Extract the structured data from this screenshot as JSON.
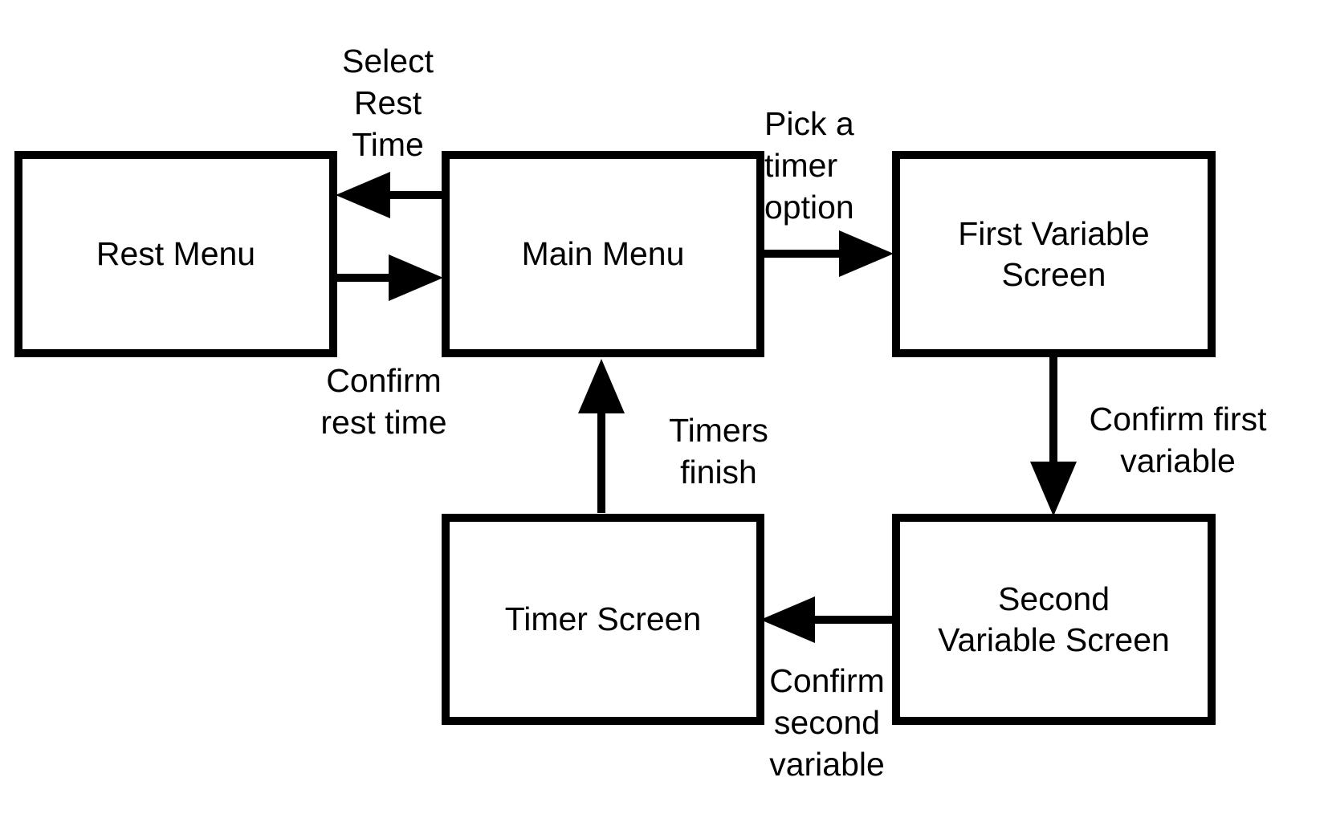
{
  "colors": {
    "stroke": "#000000",
    "background": "#ffffff"
  },
  "nodes": {
    "rest_menu": "Rest Menu",
    "main_menu": "Main Menu",
    "first_variable_screen": "First Variable\nScreen",
    "second_variable_screen": "Second\nVariable Screen",
    "timer_screen": "Timer Screen"
  },
  "edges": {
    "select_rest_time": "Select\nRest\nTime",
    "confirm_rest_time": "Confirm\nrest time",
    "pick_timer_option": "Pick a\ntimer\noption",
    "confirm_first_variable": "Confirm first\nvariable",
    "confirm_second_variable": "Confirm\nsecond\nvariable",
    "timers_finish": "Timers\nfinish"
  }
}
